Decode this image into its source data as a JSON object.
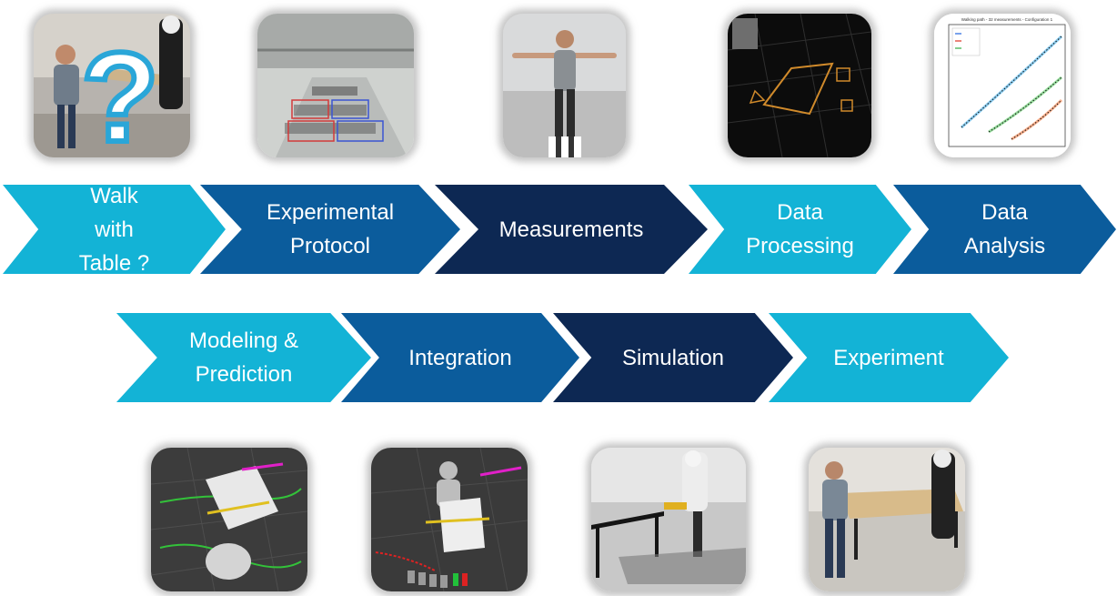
{
  "steps_top": [
    {
      "label": "Walk\nwith\nTable ?"
    },
    {
      "label": "Experimental\nProtocol"
    },
    {
      "label": "Measurements"
    },
    {
      "label": "Data\nProcessing"
    },
    {
      "label": "Data\nAnalysis"
    }
  ],
  "steps_bottom": [
    {
      "label": "Modeling &\nPrediction"
    },
    {
      "label": "Integration"
    },
    {
      "label": "Simulation"
    },
    {
      "label": "Experiment"
    }
  ],
  "question_mark": "?",
  "chart_thumb": {
    "title": "Walking path - 32 measurements - Configuration 1"
  },
  "colors": {
    "light": "#13b3d6",
    "mid": "#0b5c9c",
    "dark": "#0d2853"
  },
  "photo_subjects": [
    "person-and-robot-with-table-photo",
    "lab-floor-layout-photo",
    "person-t-pose-photo",
    "motion-capture-markers-screenshot",
    "trajectory-plot-screenshot",
    "table-model-rviz-screenshot",
    "robot-planning-rviz-screenshot",
    "robot-simulation-screenshot",
    "person-and-robot-carrying-table-photo"
  ]
}
